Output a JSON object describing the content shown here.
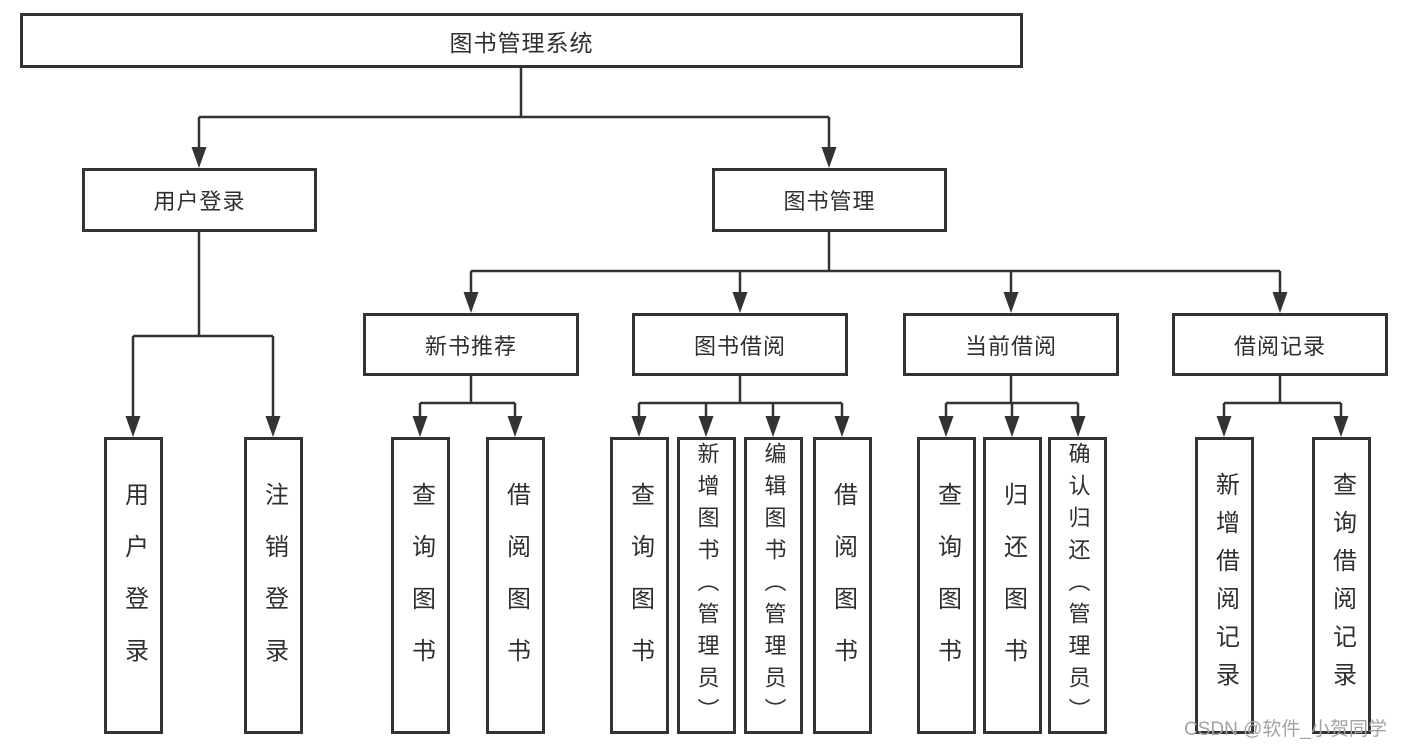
{
  "diagram": {
    "root": {
      "label": "图书管理系统"
    },
    "branches": [
      {
        "label": "用户登录",
        "children": [
          {
            "label": "用户登录"
          },
          {
            "label": "注销登录"
          }
        ]
      },
      {
        "label": "图书管理",
        "children": [
          {
            "label": "新书推荐",
            "children": [
              {
                "label": "查询图书"
              },
              {
                "label": "借阅图书"
              }
            ]
          },
          {
            "label": "图书借阅",
            "children": [
              {
                "label": "查询图书"
              },
              {
                "label": "新增图书（管理员）"
              },
              {
                "label": "编辑图书（管理员）"
              },
              {
                "label": "借阅图书"
              }
            ]
          },
          {
            "label": "当前借阅",
            "children": [
              {
                "label": "查询图书"
              },
              {
                "label": "归还图书"
              },
              {
                "label": "确认归还（管理员）"
              }
            ]
          },
          {
            "label": "借阅记录",
            "children": [
              {
                "label": "新增借阅记录"
              },
              {
                "label": "查询借阅记录"
              }
            ]
          }
        ]
      }
    ],
    "watermark": {
      "text": "CSDN @软件_小贺同学"
    },
    "colors": {
      "line": "#333333",
      "box_border": "#333333",
      "box_fill": "#ffffff",
      "text": "#2f2f2f",
      "watermark": "#a3a3a3"
    }
  }
}
